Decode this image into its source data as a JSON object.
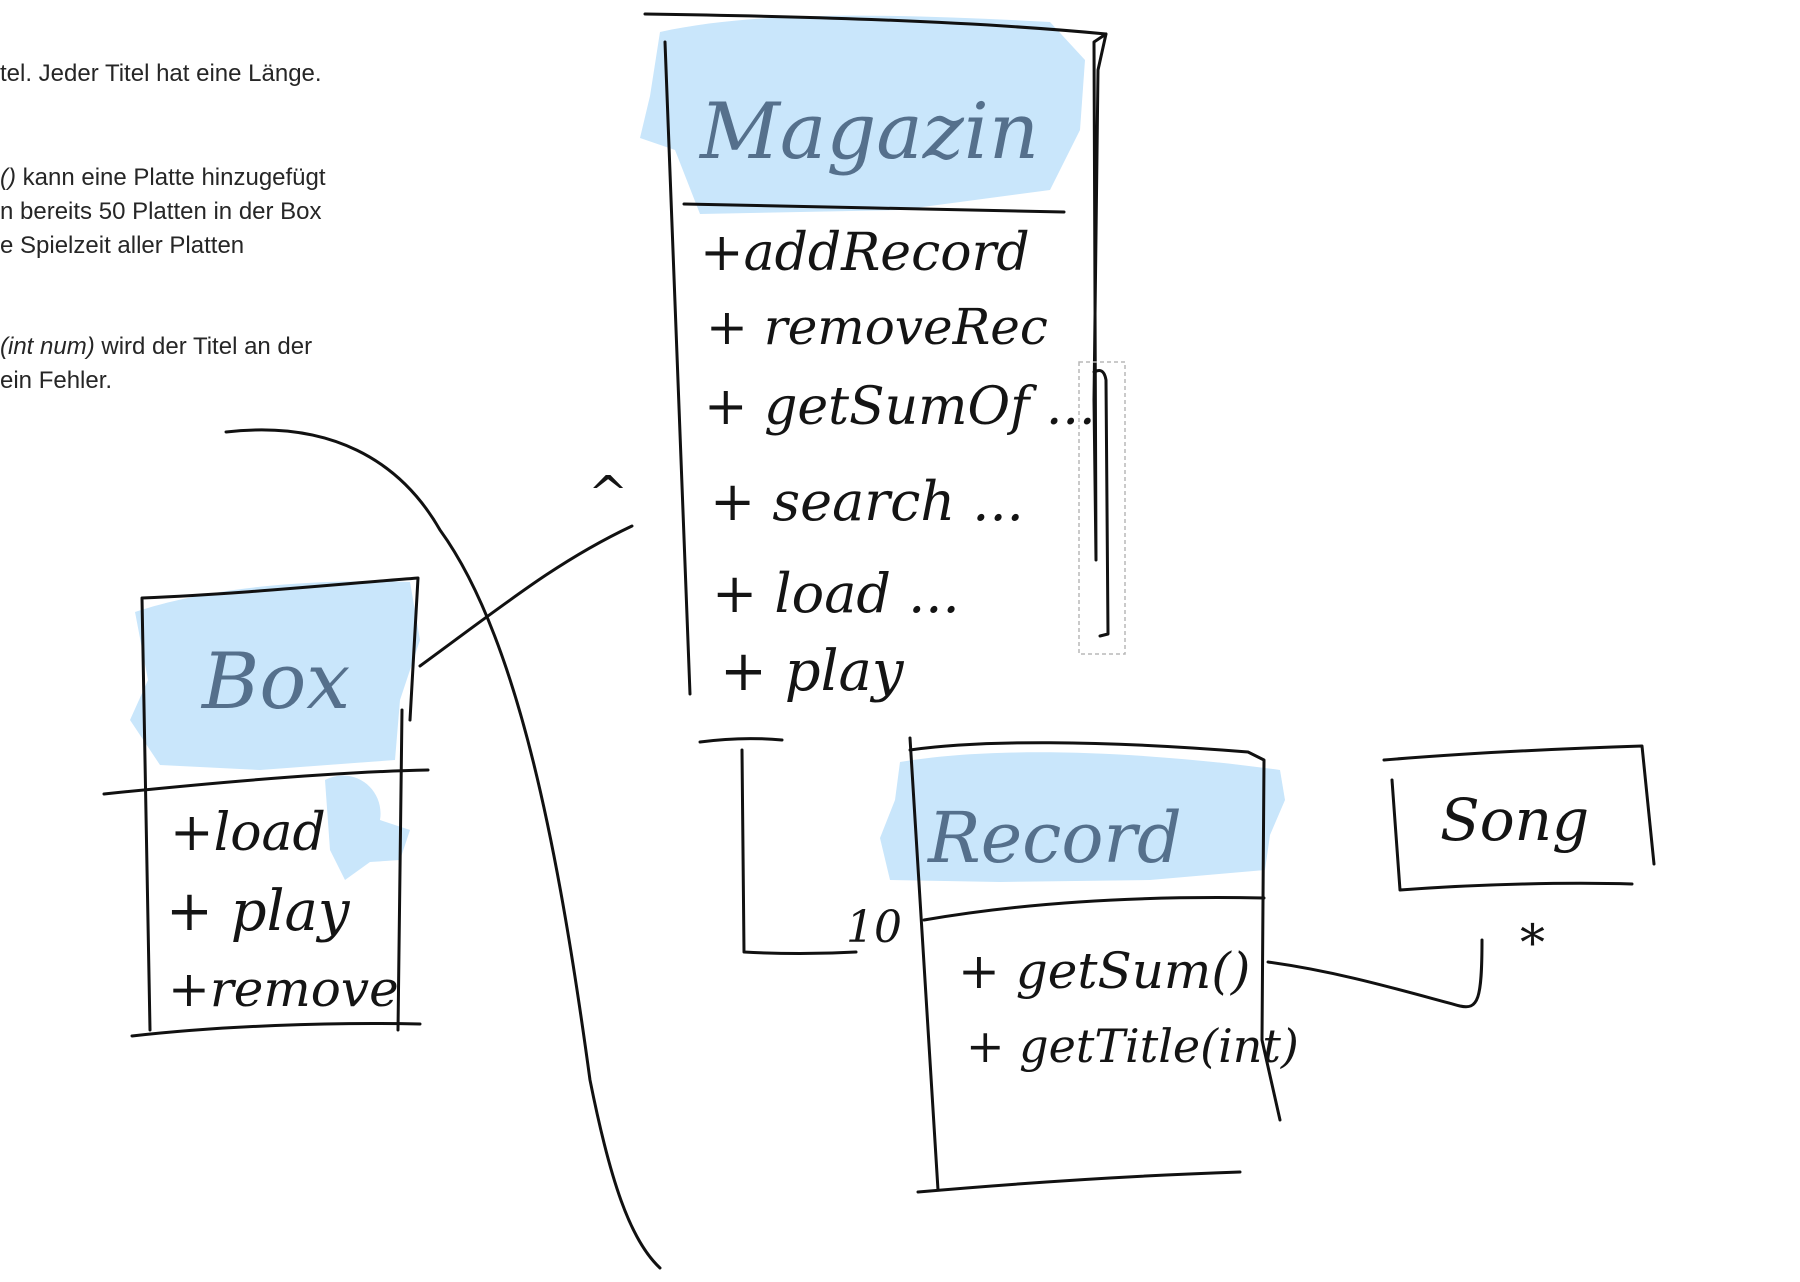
{
  "document_text": {
    "line1": "tel. Jeder Titel hat eine Länge.",
    "line2_em": "()",
    "line2": " kann eine Platte hinzugefügt",
    "line3": "n bereits 50 Platten in der Box",
    "line4": "e Spielzeit aller Platten",
    "line5_em": "(int num)",
    "line5": " wird der Titel an der",
    "line6": "ein Fehler."
  },
  "diagram": {
    "magazin": {
      "title": "Magazin",
      "methods": [
        "+addRecord",
        "+ removeRec",
        "+ getSumOf ...",
        "+ search ...",
        "+ load ...",
        "+ play"
      ]
    },
    "box": {
      "title": "Box",
      "methods": [
        "+load",
        "+ play",
        "+remove"
      ]
    },
    "record": {
      "title": "Record",
      "methods": [
        "+ getSum()",
        "+ getTitle(int)"
      ]
    },
    "song": {
      "title": "Song"
    },
    "multiplicity_record": "10",
    "multiplicity_song": "*",
    "arrow_mark": "^"
  },
  "colors": {
    "ink": "#111111",
    "highlight": "#c9e6fb",
    "title_ink": "#55708c",
    "text": "#262626"
  }
}
